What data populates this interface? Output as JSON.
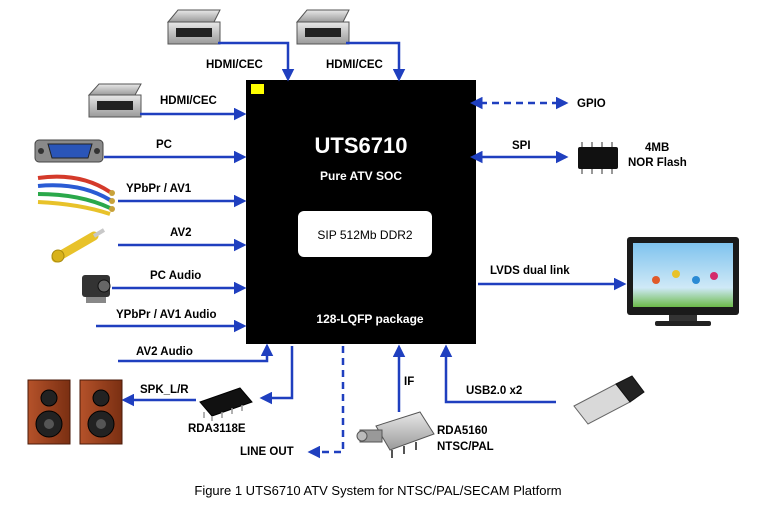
{
  "chip": {
    "name": "UTS6710",
    "subtitle": "Pure ATV SOC",
    "memory": "SIP 512Mb DDR2",
    "package": "128-LQFP package"
  },
  "inputs": {
    "hdmi_top_1": "HDMI/CEC",
    "hdmi_top_2": "HDMI/CEC",
    "hdmi_left": "HDMI/CEC",
    "pc": "PC",
    "ypbpr_av1": "YPbPr / AV1",
    "av2": "AV2",
    "pc_audio": "PC Audio",
    "ypbpr_av1_audio": "YPbPr / AV1 Audio",
    "av2_audio": "AV2 Audio"
  },
  "right": {
    "gpio": "GPIO",
    "spi": "SPI",
    "flash_line1": "4MB",
    "flash_line2": "NOR Flash",
    "lvds": "LVDS dual link",
    "usb": "USB2.0 x2"
  },
  "bottom": {
    "spk": "SPK_L/R",
    "amp": "RDA3118E",
    "line_out": "LINE OUT",
    "if": "IF",
    "tuner_line1": "RDA5160",
    "tuner_line2": "NTSC/PAL"
  },
  "caption": "Figure 1 UTS6710 ATV System for NTSC/PAL/SECAM Platform",
  "colors": {
    "arrow": "#1f3fbf",
    "chip": "#000000",
    "indicator": "#ffff00"
  }
}
